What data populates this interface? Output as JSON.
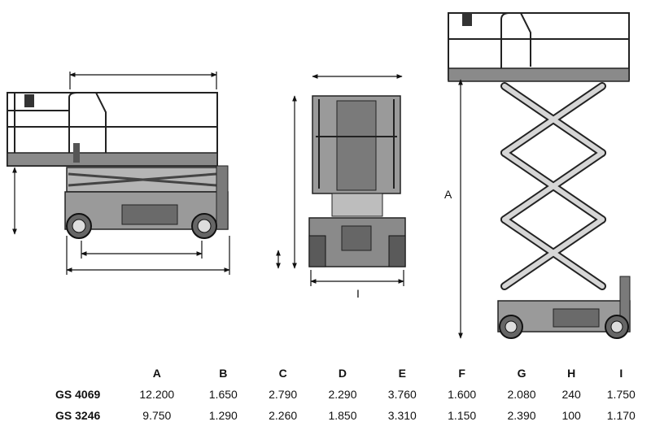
{
  "dimension_labels": {
    "side_width": "I",
    "elevated_height": "A"
  },
  "spec_table": {
    "columns": [
      "A",
      "B",
      "C",
      "D",
      "E",
      "F",
      "G",
      "H",
      "I"
    ],
    "rows": [
      {
        "model": "GS 4069",
        "values": [
          "12.200",
          "1.650",
          "2.790",
          "2.290",
          "3.760",
          "1.600",
          "2.080",
          "240",
          "1.750"
        ]
      },
      {
        "model": "GS 3246",
        "values": [
          "9.750",
          "1.290",
          "2.260",
          "1.850",
          "3.310",
          "1.150",
          "2.390",
          "100",
          "1.170"
        ]
      }
    ]
  }
}
